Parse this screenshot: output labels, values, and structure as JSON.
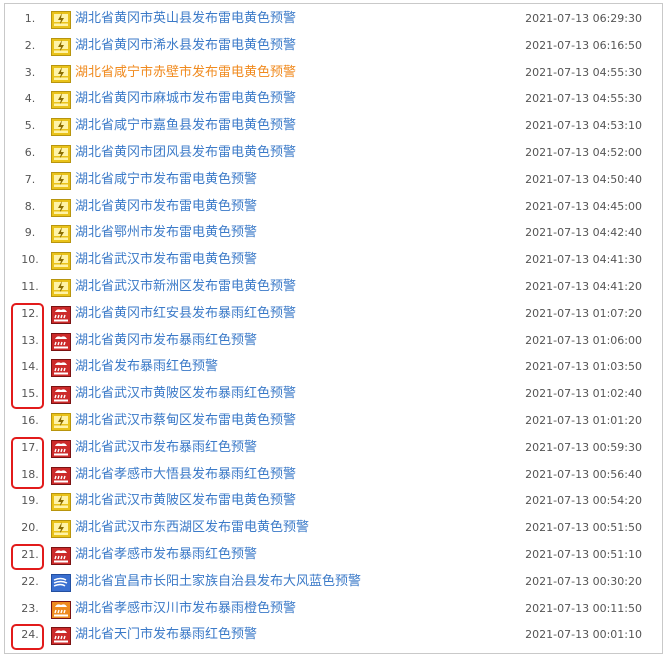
{
  "warnings": [
    {
      "num": "1.",
      "title": "湖北省黄冈市英山县发布雷电黄色预警",
      "date": "2021-07-13 06:29:30",
      "icon": "lightning-yellow-icon",
      "color": "#3b7ac8"
    },
    {
      "num": "2.",
      "title": "湖北省黄冈市浠水县发布雷电黄色预警",
      "date": "2021-07-13 06:16:50",
      "icon": "lightning-yellow-icon",
      "color": "#3b7ac8"
    },
    {
      "num": "3.",
      "title": "湖北省咸宁市赤壁市发布雷电黄色预警",
      "date": "2021-07-13 04:55:30",
      "icon": "lightning-yellow-icon",
      "color": "#f08a1e"
    },
    {
      "num": "4.",
      "title": "湖北省黄冈市麻城市发布雷电黄色预警",
      "date": "2021-07-13 04:55:30",
      "icon": "lightning-yellow-icon",
      "color": "#3b7ac8"
    },
    {
      "num": "5.",
      "title": "湖北省咸宁市嘉鱼县发布雷电黄色预警",
      "date": "2021-07-13 04:53:10",
      "icon": "lightning-yellow-icon",
      "color": "#3b7ac8"
    },
    {
      "num": "6.",
      "title": "湖北省黄冈市团风县发布雷电黄色预警",
      "date": "2021-07-13 04:52:00",
      "icon": "lightning-yellow-icon",
      "color": "#3b7ac8"
    },
    {
      "num": "7.",
      "title": "湖北省咸宁市发布雷电黄色预警",
      "date": "2021-07-13 04:50:40",
      "icon": "lightning-yellow-icon",
      "color": "#3b7ac8"
    },
    {
      "num": "8.",
      "title": "湖北省黄冈市发布雷电黄色预警",
      "date": "2021-07-13 04:45:00",
      "icon": "lightning-yellow-icon",
      "color": "#3b7ac8"
    },
    {
      "num": "9.",
      "title": "湖北省鄂州市发布雷电黄色预警",
      "date": "2021-07-13 04:42:40",
      "icon": "lightning-yellow-icon",
      "color": "#3b7ac8"
    },
    {
      "num": "10.",
      "title": "湖北省武汉市发布雷电黄色预警",
      "date": "2021-07-13 04:41:30",
      "icon": "lightning-yellow-icon",
      "color": "#3b7ac8"
    },
    {
      "num": "11.",
      "title": "湖北省武汉市新洲区发布雷电黄色预警",
      "date": "2021-07-13 04:41:20",
      "icon": "lightning-yellow-icon",
      "color": "#3b7ac8"
    },
    {
      "num": "12.",
      "title": "湖北省黄冈市红安县发布暴雨红色预警",
      "date": "2021-07-13 01:07:20",
      "icon": "rainstorm-red-icon",
      "color": "#3b7ac8"
    },
    {
      "num": "13.",
      "title": "湖北省黄冈市发布暴雨红色预警",
      "date": "2021-07-13 01:06:00",
      "icon": "rainstorm-red-icon",
      "color": "#3b7ac8"
    },
    {
      "num": "14.",
      "title": "湖北省发布暴雨红色预警",
      "date": "2021-07-13 01:03:50",
      "icon": "rainstorm-red-icon",
      "color": "#3b7ac8"
    },
    {
      "num": "15.",
      "title": "湖北省武汉市黄陂区发布暴雨红色预警",
      "date": "2021-07-13 01:02:40",
      "icon": "rainstorm-red-icon",
      "color": "#3b7ac8"
    },
    {
      "num": "16.",
      "title": "湖北省武汉市蔡甸区发布雷电黄色预警",
      "date": "2021-07-13 01:01:20",
      "icon": "lightning-yellow-icon",
      "color": "#3b7ac8"
    },
    {
      "num": "17.",
      "title": "湖北省武汉市发布暴雨红色预警",
      "date": "2021-07-13 00:59:30",
      "icon": "rainstorm-red-icon",
      "color": "#3b7ac8"
    },
    {
      "num": "18.",
      "title": "湖北省孝感市大悟县发布暴雨红色预警",
      "date": "2021-07-13 00:56:40",
      "icon": "rainstorm-red-icon",
      "color": "#3b7ac8"
    },
    {
      "num": "19.",
      "title": "湖北省武汉市黄陂区发布雷电黄色预警",
      "date": "2021-07-13 00:54:20",
      "icon": "lightning-yellow-icon",
      "color": "#3b7ac8"
    },
    {
      "num": "20.",
      "title": "湖北省武汉市东西湖区发布雷电黄色预警",
      "date": "2021-07-13 00:51:50",
      "icon": "lightning-yellow-icon",
      "color": "#3b7ac8"
    },
    {
      "num": "21.",
      "title": "湖北省孝感市发布暴雨红色预警",
      "date": "2021-07-13 00:51:10",
      "icon": "rainstorm-red-icon",
      "color": "#3b7ac8"
    },
    {
      "num": "22.",
      "title": "湖北省宜昌市长阳土家族自治县发布大风蓝色预警",
      "date": "2021-07-13 00:30:20",
      "icon": "gale-blue-icon",
      "color": "#3b7ac8"
    },
    {
      "num": "23.",
      "title": "湖北省孝感市汉川市发布暴雨橙色预警",
      "date": "2021-07-13 00:11:50",
      "icon": "rainstorm-orange-icon",
      "color": "#3b7ac8"
    },
    {
      "num": "24.",
      "title": "湖北省天门市发布暴雨红色预警",
      "date": "2021-07-13 00:01:10",
      "icon": "rainstorm-red-icon",
      "color": "#3b7ac8"
    }
  ],
  "highlight_groups": [
    {
      "from_index": 11,
      "to_index": 14
    },
    {
      "from_index": 16,
      "to_index": 17
    },
    {
      "from_index": 20,
      "to_index": 20
    },
    {
      "from_index": 23,
      "to_index": 23
    }
  ],
  "icon_colors": {
    "lightning-yellow-icon": "#e9c21a",
    "rainstorm-red-icon": "#cc2a2a",
    "rainstorm-orange-icon": "#ee8a1d",
    "gale-blue-icon": "#3a6fd0"
  },
  "highlight_color": "#e21b1b"
}
